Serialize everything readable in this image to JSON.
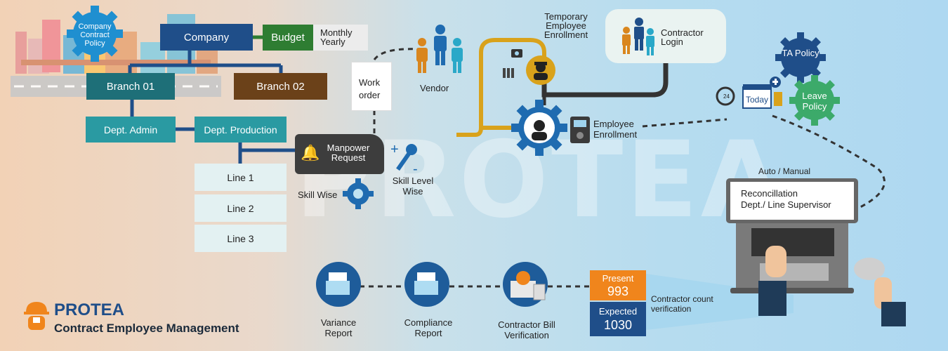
{
  "watermark": "PROTEA",
  "hierarchy": {
    "policy_gear": "Company Contract Policy",
    "company": "Company",
    "budget": "Budget",
    "budget_period": "Monthly Yearly",
    "branch1": "Branch 01",
    "branch2": "Branch 02",
    "dept_admin": "Dept. Admin",
    "dept_production": "Dept. Production",
    "lines": [
      "Line 1",
      "Line 2",
      "Line 3"
    ]
  },
  "manpower": {
    "request": "Manpower Request",
    "skill_wise": "Skill Wise",
    "skill_level_wise": "Skill Level Wise",
    "work_order": "Work order",
    "vendor": "Vendor"
  },
  "enrollment": {
    "temporary": "Temporary Employee Enrollment",
    "contractor_login": "Contractor Login",
    "employee_enrollment": "Employee Enrollment"
  },
  "policies": {
    "ta_policy": "TA Policy",
    "leave_policy": "Leave Policy",
    "today": "Today",
    "clock_24": "24"
  },
  "reconciliation": {
    "mode": "Auto / Manual",
    "line1": "Reconcillation",
    "line2": "Dept./ Line Supervisor"
  },
  "reports": {
    "variance": "Variance Report",
    "compliance": "Compliance Report",
    "bill": "Contractor Bill Verification"
  },
  "count": {
    "present_label": "Present",
    "present_value": "993",
    "expected_label": "Expected",
    "expected_value": "1030",
    "caption": "Contractor count verification"
  },
  "brand": {
    "name": "PROTEA",
    "tagline": "Contract Employee Management"
  },
  "colors": {
    "navy": "#1f4e89",
    "teal": "#2a8c96",
    "brown": "#6b4119",
    "green": "#2e7d32",
    "orange": "#f0851c",
    "gold": "#d9a21b",
    "report_blue": "#1e5c9a"
  }
}
